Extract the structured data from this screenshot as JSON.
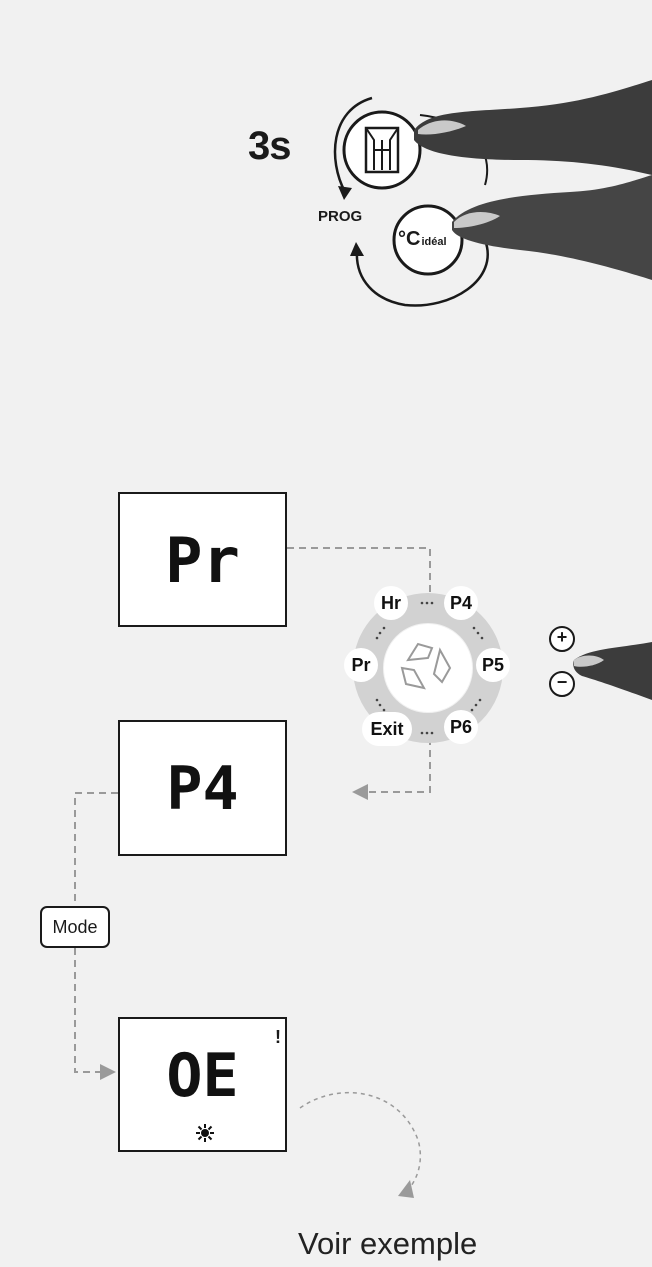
{
  "header": {
    "hold_duration": "3s",
    "prog_label": "PROG",
    "button_ideal_prefix": "°C",
    "button_ideal_suffix": "idéal"
  },
  "screens": [
    {
      "id": "screen-pr",
      "text": "Pr"
    },
    {
      "id": "screen-p4",
      "text": "P4"
    },
    {
      "id": "screen-oe",
      "text": "OE",
      "corner_mark": "!",
      "icon": "sun-icon"
    }
  ],
  "cycle": {
    "items": [
      "Hr",
      "P4",
      "P5",
      "P6",
      "Exit",
      "Pr"
    ],
    "connector": "•••"
  },
  "plus_minus": {
    "plus": "+",
    "minus": "−"
  },
  "mode_button": {
    "label": "Mode"
  },
  "footer": {
    "see_example": "Voir exemple"
  },
  "colors": {
    "background": "#f1f1f1",
    "dashed_line": "#9a9a9a",
    "ring": "#d2d2d2",
    "ink": "#1a1a1a"
  }
}
